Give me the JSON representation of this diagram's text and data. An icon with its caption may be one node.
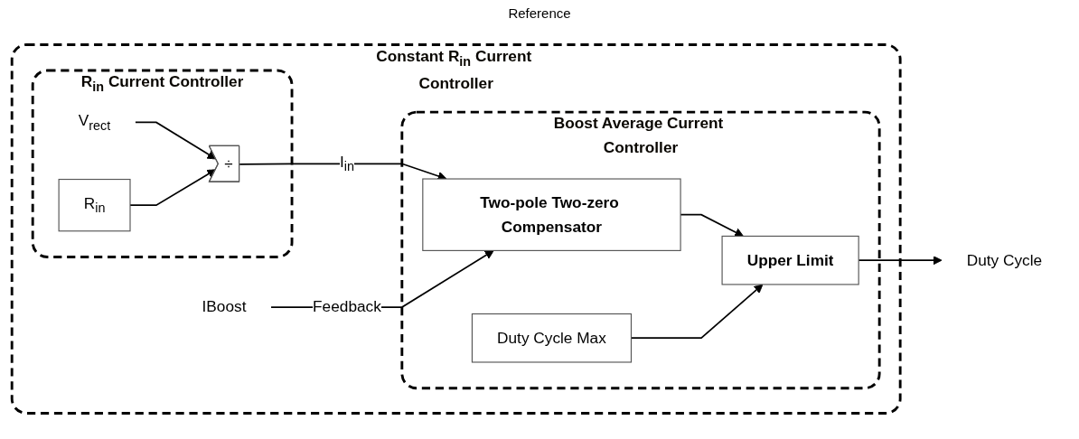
{
  "diagram": {
    "nodes": [
      {
        "text": [
          "Constant R$_{in}$ Current Controller"
        ]
      },
      {
        "text": [
          "R$_{in}$ Current Controller"
        ],
        "in": 0
      },
      {
        "text": [
          "V$_{rect}$"
        ],
        "in": 1
      },
      {
        "text": [
          "R$_{in}$"
        ],
        "in": 1
      },
      {
        "text": [
          "÷"
        ],
        "in": 1
      },
      {
        "text": [
          "Boost Average Current Controller"
        ],
        "in": 0
      },
      {
        "text": [
          "Two-pole Two-zero Compensator"
        ],
        "in": 5
      },
      {
        "text": [
          "Upper Limit"
        ],
        "in": 5
      },
      {
        "text": [
          "Duty Cycle Max"
        ],
        "in": 5
      },
      {
        "text": [
          "IBoost"
        ],
        "in": 0
      },
      {
        "text": [
          "Duty Cycle"
        ]
      }
    ],
    "edges": [
      {
        "from": 2,
        "to": 4,
        "arrow": "to"
      },
      {
        "from": 3,
        "to": 4,
        "arrow": "to"
      },
      {
        "from": 4,
        "to": 6,
        "arrow": "to",
        "label": "I$_{in}$"
      },
      {
        "from": 6,
        "to": 7,
        "arrow": "to"
      },
      {
        "from": 7,
        "to": 10,
        "arrow": "to"
      },
      {
        "from": 8,
        "to": 7,
        "arrow": "to"
      },
      {
        "from": 9,
        "to": 6,
        "arrow": "to",
        "label": "Feedback"
      }
    ],
    "labels": [
      "Reference"
    ]
  }
}
